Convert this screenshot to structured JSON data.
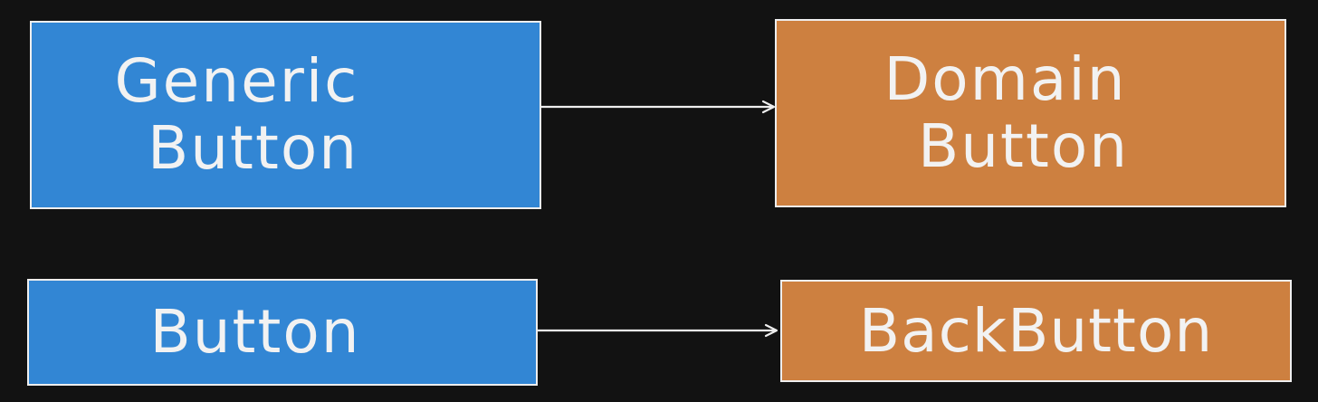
{
  "diagram": {
    "nodes": [
      {
        "id": "generic",
        "lines": [
          "Generic",
          "Button"
        ],
        "fill": "#3286d4"
      },
      {
        "id": "domain",
        "lines": [
          "Domain",
          "Button"
        ],
        "fill": "#cd8040"
      },
      {
        "id": "button",
        "lines": [
          "Button"
        ],
        "fill": "#3286d4"
      },
      {
        "id": "back",
        "lines": [
          "BackButton"
        ],
        "fill": "#cd8040"
      }
    ],
    "edges": [
      {
        "from": "generic",
        "to": "domain"
      },
      {
        "from": "button",
        "to": "back"
      }
    ],
    "colors": {
      "background": "#121212",
      "stroke": "#eeeeee",
      "text": "#f2f2f2"
    }
  }
}
